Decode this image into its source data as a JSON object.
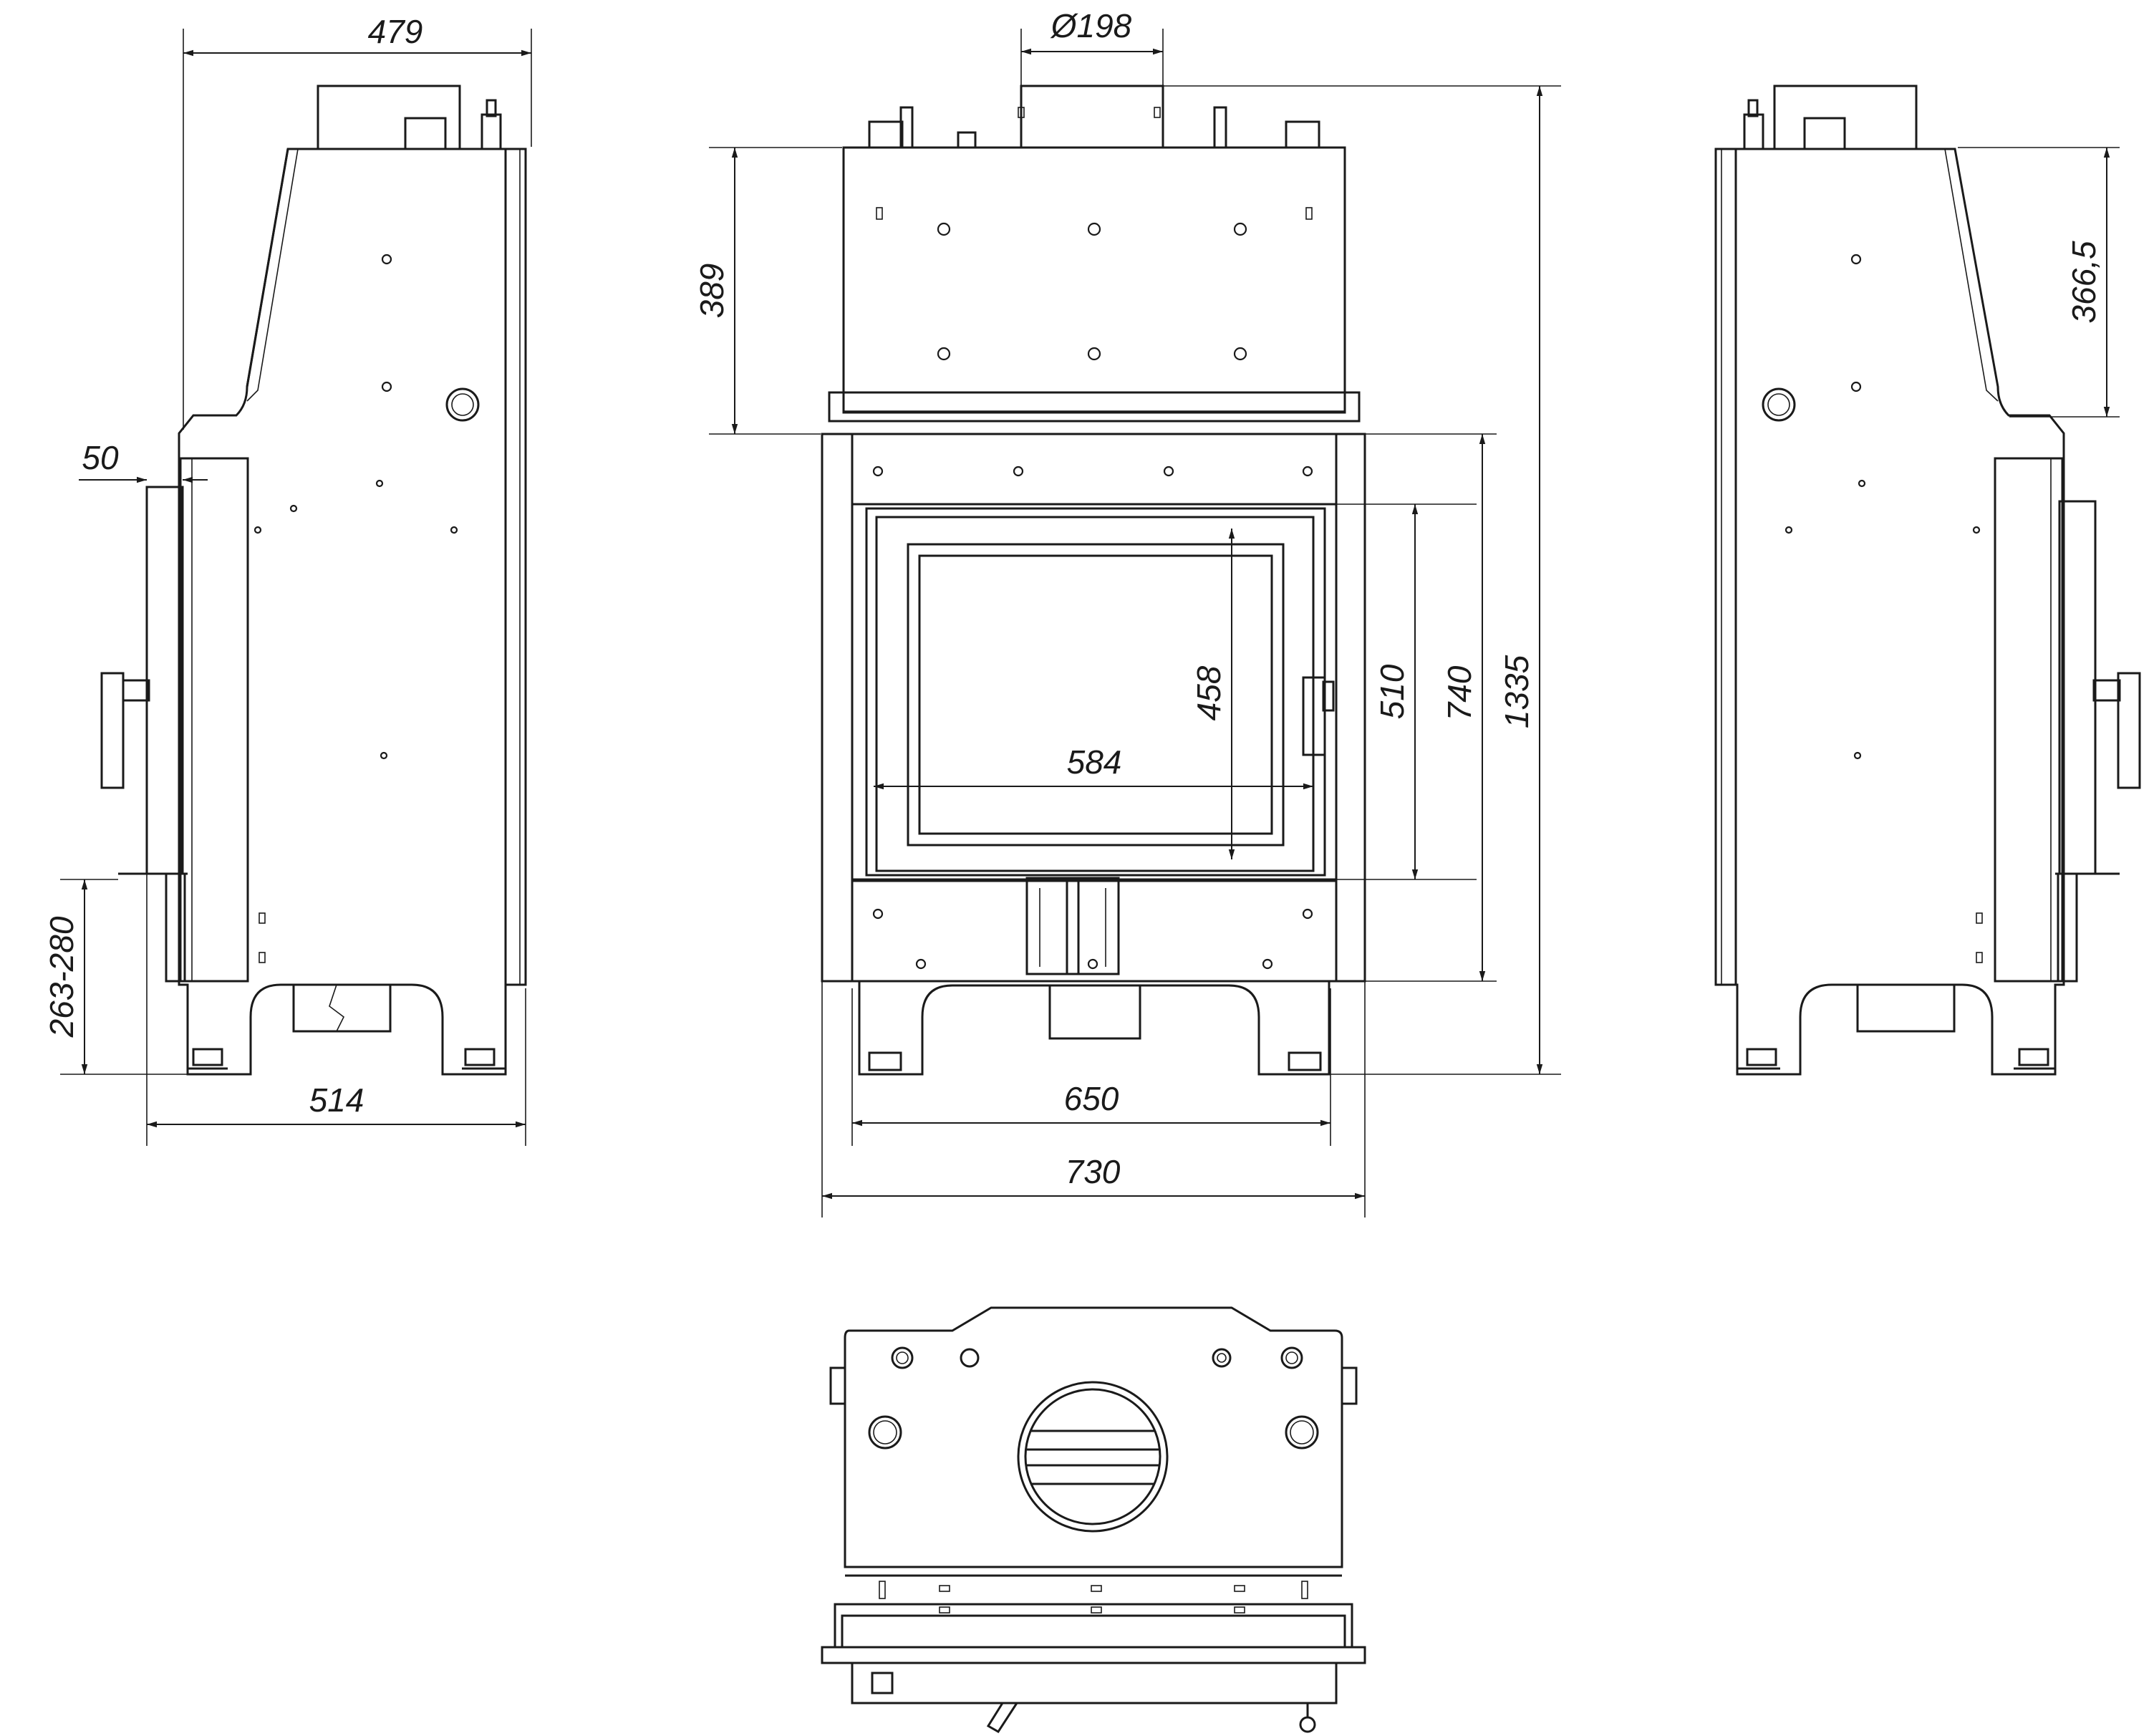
{
  "dimensions": {
    "side_depth_top": "479",
    "flue_diameter": "Ø198",
    "door_offset": "50",
    "hood_height_front": "389",
    "hood_height_side": "366,5",
    "glass_height": "458",
    "glass_width": "584",
    "opening_height": "510",
    "frame_height": "740",
    "total_height": "1335",
    "floor_to_door": "263-280",
    "side_depth_bottom": "514",
    "base_width": "650",
    "frame_width": "730"
  },
  "colors": {
    "line": "#1a1a1a",
    "background": "#ffffff"
  }
}
